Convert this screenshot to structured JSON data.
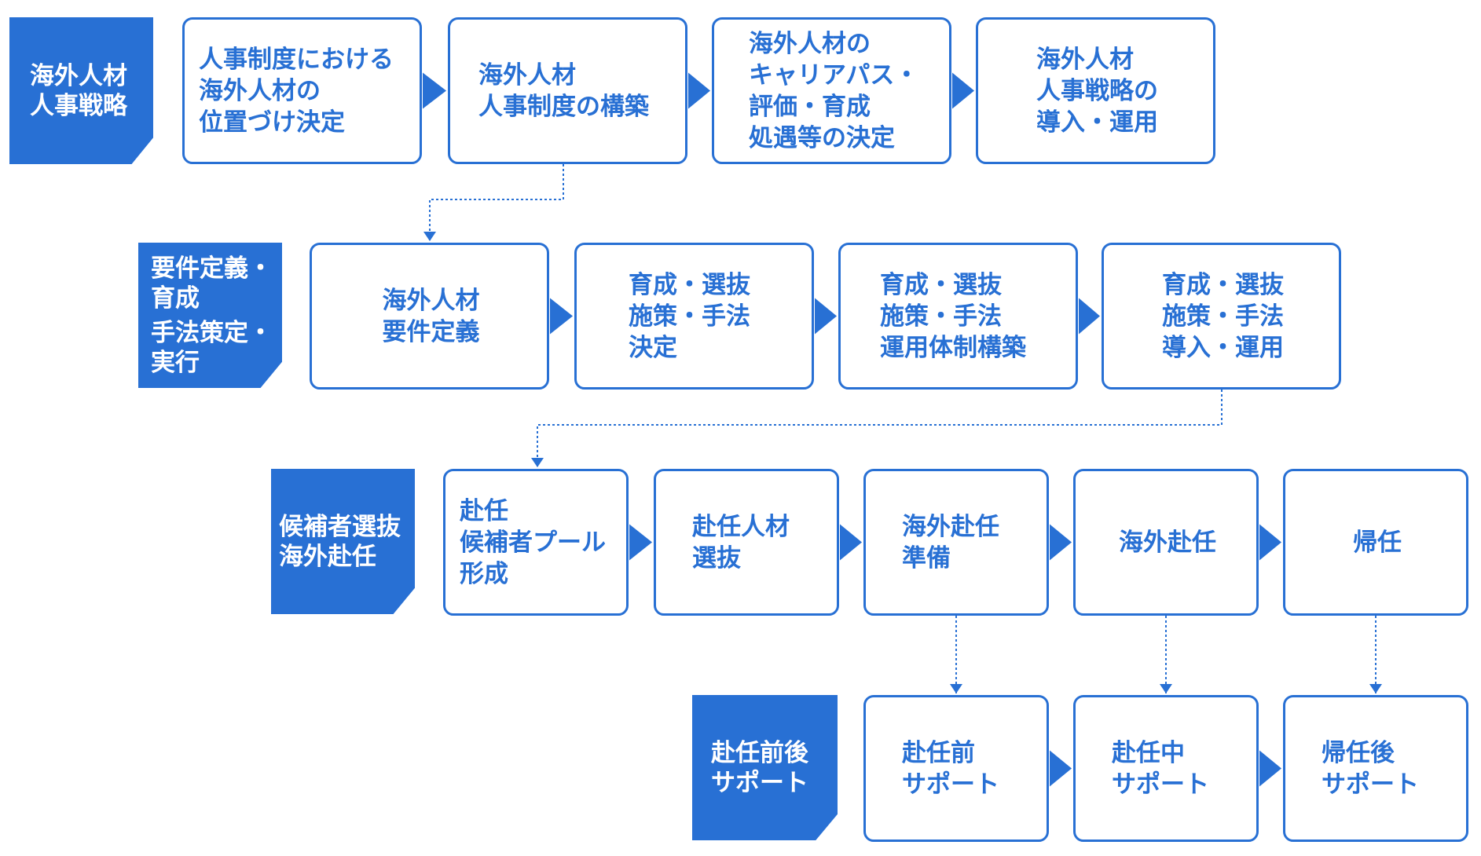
{
  "rows": [
    {
      "id": "strategy",
      "label": [
        "海外人材",
        "人事戦略"
      ],
      "steps": [
        [
          "人事制度における",
          "海外人材の",
          "位置づけ決定"
        ],
        [
          "海外人材",
          "人事制度の構築"
        ],
        [
          "海外人材の",
          "キャリアパス・",
          "評価・育成",
          "処遇等の決定"
        ],
        [
          "海外人材",
          "人事戦略の",
          "導入・運用"
        ]
      ]
    },
    {
      "id": "requirements",
      "label": [
        "要件定義・",
        "育成",
        "手法策定・",
        "実行"
      ],
      "steps": [
        [
          "海外人材",
          "要件定義"
        ],
        [
          "育成・選抜",
          "施策・手法",
          "決定"
        ],
        [
          "育成・選抜",
          "施策・手法",
          "運用体制構築"
        ],
        [
          "育成・選抜",
          "施策・手法",
          "導入・運用"
        ]
      ]
    },
    {
      "id": "selection",
      "label": [
        "候補者選抜",
        "海外赴任"
      ],
      "steps": [
        [
          "赴任",
          "候補者プール",
          "形成"
        ],
        [
          "赴任人材",
          "選抜"
        ],
        [
          "海外赴任",
          "準備"
        ],
        [
          "海外赴任"
        ],
        [
          "帰任"
        ]
      ]
    },
    {
      "id": "support",
      "label": [
        "赴任前後",
        "サポート"
      ],
      "steps": [
        [
          "赴任前",
          "サポート"
        ],
        [
          "赴任中",
          "サポート"
        ],
        [
          "帰任後",
          "サポート"
        ]
      ]
    }
  ],
  "colors": {
    "accent": "#2870d4",
    "background": "#ffffff"
  }
}
